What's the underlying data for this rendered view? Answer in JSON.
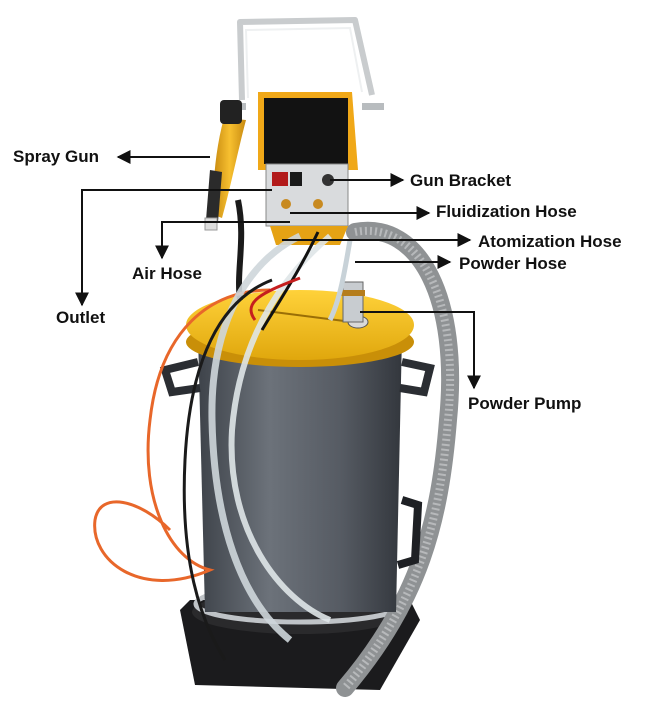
{
  "labels": {
    "spray_gun": "Spray Gun",
    "outlet": "Outlet",
    "gun_bracket": "Gun Bracket",
    "fluidization_hose": "Fluidization Hose",
    "atomization_hose": "Atomization Hose",
    "air_hose": "Air Hose",
    "powder_hose": "Powder Hose",
    "powder_pump": "Powder Pump"
  },
  "colors": {
    "lid": "#f2b817",
    "body": "#5b6068",
    "base": "#1b1b1d",
    "hose_grey": "#9a9c9e",
    "air_hose": "#e8672a",
    "control_panel": "#f0a818",
    "handle": "#c9ccce"
  }
}
